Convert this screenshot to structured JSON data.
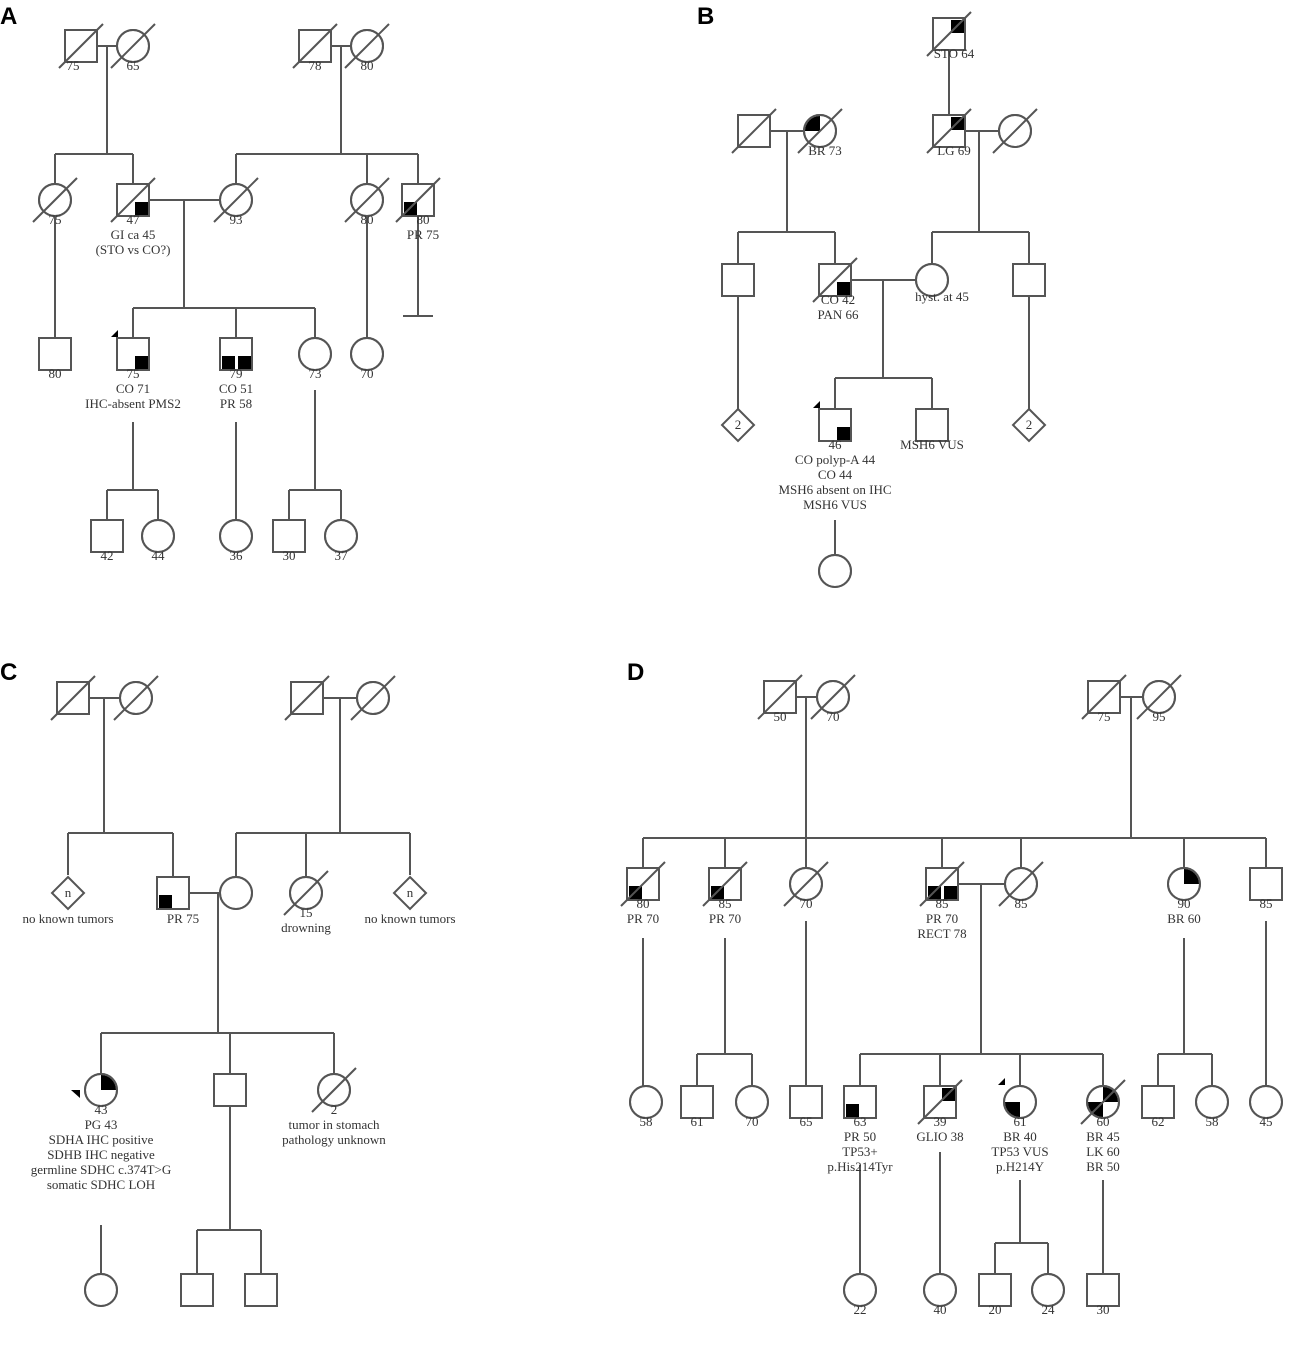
{
  "panels": [
    {
      "id": "A",
      "label": "A",
      "persons": [
        {
          "id": "a1",
          "sex": "M",
          "dec": true,
          "aff": "",
          "lines": [
            "75"
          ]
        },
        {
          "id": "a2",
          "sex": "F",
          "dec": true,
          "aff": "",
          "lines": [
            "65"
          ]
        },
        {
          "id": "a3",
          "sex": "M",
          "dec": true,
          "aff": "",
          "lines": [
            "78"
          ]
        },
        {
          "id": "a4",
          "sex": "F",
          "dec": true,
          "aff": "",
          "lines": [
            "80"
          ]
        },
        {
          "id": "a5",
          "sex": "F",
          "dec": true,
          "aff": "",
          "lines": [
            "75"
          ]
        },
        {
          "id": "a6",
          "sex": "M",
          "dec": true,
          "aff": "br",
          "lines": [
            "47",
            "GI ca   45",
            "(STO vs CO?)"
          ]
        },
        {
          "id": "a7",
          "sex": "F",
          "dec": true,
          "aff": "",
          "lines": [
            "93"
          ]
        },
        {
          "id": "a8",
          "sex": "F",
          "dec": true,
          "aff": "",
          "lines": [
            "80"
          ]
        },
        {
          "id": "a9",
          "sex": "M",
          "dec": true,
          "aff": "bl",
          "lines": [
            "80",
            "PR   75"
          ]
        },
        {
          "id": "a10",
          "sex": "M",
          "dec": false,
          "aff": "",
          "lines": [
            "80"
          ]
        },
        {
          "id": "a11",
          "sex": "M",
          "dec": false,
          "aff": "br",
          "proband": true,
          "lines": [
            "75",
            "CO   71",
            "IHC-absent PMS2"
          ]
        },
        {
          "id": "a12",
          "sex": "M",
          "dec": false,
          "aff": "bl br",
          "lines": [
            "79",
            "CO   51",
            "PR   58"
          ]
        },
        {
          "id": "a13",
          "sex": "F",
          "dec": false,
          "aff": "",
          "lines": [
            "73"
          ]
        },
        {
          "id": "a14",
          "sex": "F",
          "dec": false,
          "aff": "",
          "lines": [
            "70"
          ]
        },
        {
          "id": "a15",
          "sex": "M",
          "dec": false,
          "aff": "",
          "lines": [
            "42"
          ]
        },
        {
          "id": "a16",
          "sex": "F",
          "dec": false,
          "aff": "",
          "lines": [
            "44"
          ]
        },
        {
          "id": "a17",
          "sex": "F",
          "dec": false,
          "aff": "",
          "lines": [
            "36"
          ]
        },
        {
          "id": "a18",
          "sex": "M",
          "dec": false,
          "aff": "",
          "lines": [
            "30"
          ]
        },
        {
          "id": "a19",
          "sex": "F",
          "dec": false,
          "aff": "",
          "lines": [
            "37"
          ]
        }
      ]
    },
    {
      "id": "B",
      "label": "B",
      "persons": [
        {
          "id": "b1",
          "sex": "M",
          "dec": true,
          "aff": "tr",
          "lines": [
            "STO   64"
          ]
        },
        {
          "id": "b2",
          "sex": "M",
          "dec": true,
          "aff": "",
          "lines": []
        },
        {
          "id": "b3",
          "sex": "F",
          "dec": true,
          "aff": "tl",
          "lines": [
            "BR   73"
          ]
        },
        {
          "id": "b4",
          "sex": "M",
          "dec": true,
          "aff": "tr",
          "lines": [
            "LG   69"
          ]
        },
        {
          "id": "b5",
          "sex": "F",
          "dec": true,
          "aff": "",
          "lines": []
        },
        {
          "id": "b6",
          "sex": "M",
          "dec": false,
          "aff": "",
          "lines": []
        },
        {
          "id": "b7",
          "sex": "M",
          "dec": true,
          "aff": "br",
          "lines": [
            "CO   42",
            "PAN   66"
          ]
        },
        {
          "id": "b8",
          "sex": "F",
          "dec": false,
          "aff": "",
          "lines": [
            "hyst. at 45"
          ]
        },
        {
          "id": "b9",
          "sex": "M",
          "dec": false,
          "aff": "",
          "lines": []
        },
        {
          "id": "b10",
          "sex": "U",
          "dec": false,
          "aff": "",
          "inner": "2",
          "lines": []
        },
        {
          "id": "b11",
          "sex": "M",
          "dec": false,
          "aff": "br",
          "proband": true,
          "lines": [
            "46",
            "CO polyp-A   44",
            "CO   44",
            "MSH6 absent on IHC",
            "MSH6 VUS"
          ]
        },
        {
          "id": "b12",
          "sex": "M",
          "dec": false,
          "aff": "",
          "lines": [
            "MSH6 VUS"
          ]
        },
        {
          "id": "b13",
          "sex": "U",
          "dec": false,
          "aff": "",
          "inner": "2",
          "lines": []
        },
        {
          "id": "b14",
          "sex": "F",
          "dec": false,
          "aff": "",
          "lines": []
        }
      ]
    },
    {
      "id": "C",
      "label": "C",
      "persons": [
        {
          "id": "c1",
          "sex": "M",
          "dec": true,
          "aff": "",
          "lines": []
        },
        {
          "id": "c2",
          "sex": "F",
          "dec": true,
          "aff": "",
          "lines": []
        },
        {
          "id": "c3",
          "sex": "M",
          "dec": true,
          "aff": "",
          "lines": []
        },
        {
          "id": "c4",
          "sex": "F",
          "dec": true,
          "aff": "",
          "lines": []
        },
        {
          "id": "c5",
          "sex": "U",
          "dec": false,
          "aff": "",
          "inner": "n",
          "lines": [
            "no known tumors"
          ]
        },
        {
          "id": "c6",
          "sex": "M",
          "dec": false,
          "aff": "bl",
          "lines": [
            "PR   75"
          ]
        },
        {
          "id": "c7",
          "sex": "F",
          "dec": false,
          "aff": "",
          "lines": []
        },
        {
          "id": "c8",
          "sex": "F",
          "dec": true,
          "aff": "",
          "lines": [
            "15",
            "drowning"
          ]
        },
        {
          "id": "c9",
          "sex": "U",
          "dec": false,
          "aff": "",
          "inner": "n",
          "lines": [
            "no known tumors"
          ]
        },
        {
          "id": "c10",
          "sex": "F",
          "dec": false,
          "aff": "tr",
          "proband": true,
          "lines": [
            "43",
            "PG   43",
            "SDHA IHC positive",
            "SDHB IHC negative",
            "germline SDHC c.374T>G",
            "somatic SDHC LOH"
          ]
        },
        {
          "id": "c11",
          "sex": "M",
          "dec": false,
          "aff": "",
          "lines": []
        },
        {
          "id": "c12",
          "sex": "F",
          "dec": true,
          "aff": "",
          "lines": [
            "2",
            "tumor in stomach",
            "pathology unknown"
          ]
        },
        {
          "id": "c13",
          "sex": "F",
          "dec": false,
          "aff": "",
          "lines": []
        },
        {
          "id": "c14",
          "sex": "M",
          "dec": false,
          "aff": "",
          "lines": []
        },
        {
          "id": "c15",
          "sex": "M",
          "dec": false,
          "aff": "",
          "lines": []
        }
      ]
    },
    {
      "id": "D",
      "label": "D",
      "persons": [
        {
          "id": "d1",
          "sex": "M",
          "dec": true,
          "aff": "",
          "lines": [
            "50"
          ]
        },
        {
          "id": "d2",
          "sex": "F",
          "dec": true,
          "aff": "",
          "lines": [
            "70"
          ]
        },
        {
          "id": "d3",
          "sex": "M",
          "dec": true,
          "aff": "",
          "lines": [
            "75"
          ]
        },
        {
          "id": "d4",
          "sex": "F",
          "dec": true,
          "aff": "",
          "lines": [
            "95"
          ]
        },
        {
          "id": "d5",
          "sex": "M",
          "dec": true,
          "aff": "bl",
          "lines": [
            "80",
            "PR   70"
          ]
        },
        {
          "id": "d6",
          "sex": "M",
          "dec": true,
          "aff": "bl",
          "lines": [
            "85",
            "PR   70"
          ]
        },
        {
          "id": "d7",
          "sex": "F",
          "dec": true,
          "aff": "",
          "lines": [
            "70"
          ]
        },
        {
          "id": "d8",
          "sex": "M",
          "dec": true,
          "aff": "bl br",
          "lines": [
            "85",
            "PR   70",
            "RECT   78"
          ]
        },
        {
          "id": "d9",
          "sex": "F",
          "dec": true,
          "aff": "",
          "lines": [
            "85"
          ]
        },
        {
          "id": "d10",
          "sex": "F",
          "dec": false,
          "aff": "tr",
          "lines": [
            "90",
            "BR   60"
          ]
        },
        {
          "id": "d11",
          "sex": "M",
          "dec": false,
          "aff": "",
          "lines": [
            "85"
          ]
        },
        {
          "id": "d12",
          "sex": "F",
          "dec": false,
          "aff": "",
          "lines": [
            "58"
          ]
        },
        {
          "id": "d13",
          "sex": "M",
          "dec": false,
          "aff": "",
          "lines": [
            "61"
          ]
        },
        {
          "id": "d14",
          "sex": "F",
          "dec": false,
          "aff": "",
          "lines": [
            "70"
          ]
        },
        {
          "id": "d15",
          "sex": "M",
          "dec": false,
          "aff": "",
          "lines": [
            "65"
          ]
        },
        {
          "id": "d16",
          "sex": "M",
          "dec": false,
          "aff": "bl",
          "lines": [
            "63",
            "PR   50",
            "TP53+",
            "p.His214Tyr"
          ]
        },
        {
          "id": "d17",
          "sex": "M",
          "dec": true,
          "aff": "tr",
          "lines": [
            "39",
            "GLIO   38"
          ]
        },
        {
          "id": "d18",
          "sex": "F",
          "dec": false,
          "aff": "bl",
          "proband": true,
          "lines": [
            "61",
            "BR   40",
            "TP53 VUS",
            "p.H214Y"
          ]
        },
        {
          "id": "d19",
          "sex": "F",
          "dec": true,
          "aff": "tr bl",
          "lines": [
            "60",
            "BR   45",
            "LK   60",
            "BR   50"
          ]
        },
        {
          "id": "d20",
          "sex": "M",
          "dec": false,
          "aff": "",
          "lines": [
            "62"
          ]
        },
        {
          "id": "d21",
          "sex": "F",
          "dec": false,
          "aff": "",
          "lines": [
            "58"
          ]
        },
        {
          "id": "d22",
          "sex": "F",
          "dec": false,
          "aff": "",
          "lines": [
            "45"
          ]
        },
        {
          "id": "d23",
          "sex": "F",
          "dec": false,
          "aff": "",
          "lines": [
            "22"
          ]
        },
        {
          "id": "d24",
          "sex": "F",
          "dec": false,
          "aff": "",
          "lines": [
            "40"
          ]
        },
        {
          "id": "d25",
          "sex": "M",
          "dec": false,
          "aff": "",
          "lines": [
            "20"
          ]
        },
        {
          "id": "d26",
          "sex": "F",
          "dec": false,
          "aff": "",
          "lines": [
            "24"
          ]
        },
        {
          "id": "d27",
          "sex": "M",
          "dec": false,
          "aff": "",
          "lines": [
            "30"
          ]
        }
      ]
    }
  ],
  "colors": {
    "line": "#555555",
    "fill": "#000000",
    "text": "#333333"
  }
}
